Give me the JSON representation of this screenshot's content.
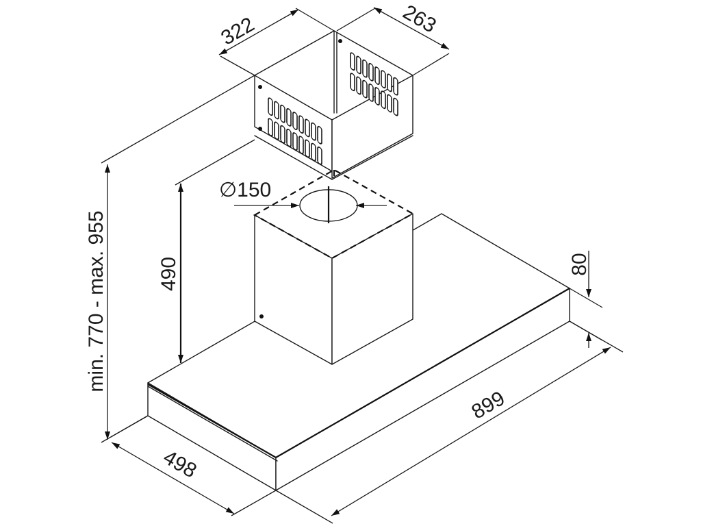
{
  "labels": {
    "top_width": "322",
    "top_depth": "263",
    "height_range": "min. 770 - max. 955",
    "duct_height": "490",
    "duct_diameter": "∅150",
    "hood_thickness": "80",
    "hood_depth": "498",
    "hood_width": "899"
  }
}
